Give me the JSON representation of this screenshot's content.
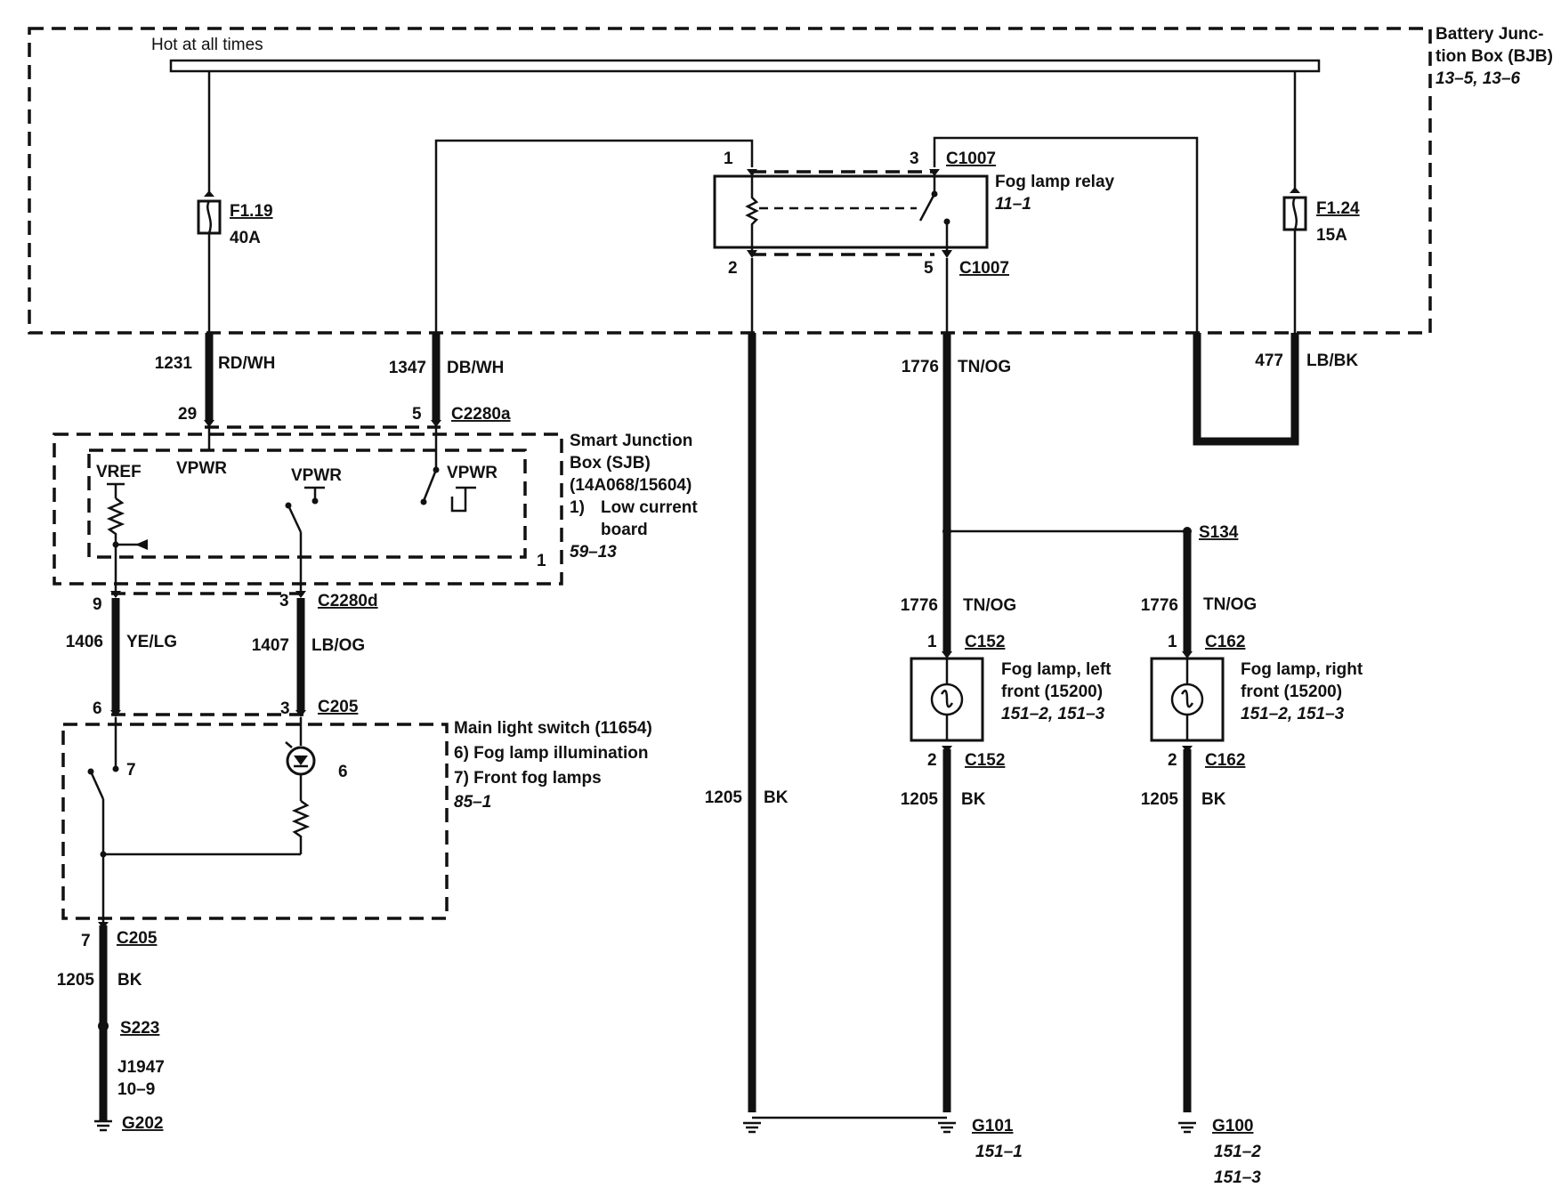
{
  "bjb": {
    "bus_label": "Hot at all times",
    "name_1": "Battery Junc-",
    "name_2": "tion Box (BJB)",
    "ref": "13–5, 13–6"
  },
  "fuses": {
    "f119_name": "F1.19",
    "f119_rating": "40A",
    "f124_name": "F1.24",
    "f124_rating": "15A"
  },
  "relay": {
    "name": "Fog lamp relay",
    "ref": "11–1",
    "pin1": "1",
    "pin2": "2",
    "pin3": "3",
    "pin5": "5",
    "conn_top": "C1007",
    "conn_bottom": "C1007"
  },
  "wires": {
    "w1231_circuit": "1231",
    "w1231_color": "RD/WH",
    "w1347_circuit": "1347",
    "w1347_color": "DB/WH",
    "w1776_circuit": "1776",
    "w1776_color": "TN/OG",
    "w477_circuit": "477",
    "w477_color": "LB/BK",
    "w1406_circuit": "1406",
    "w1406_color": "YE/LG",
    "w1407_circuit": "1407",
    "w1407_color": "LB/OG",
    "w1205_circuit": "1205",
    "w1205_color": "BK"
  },
  "sjb": {
    "pin29": "29",
    "pin5": "5",
    "conn_in": "C2280a",
    "pin9": "9",
    "pin3": "3",
    "conn_out": "C2280d",
    "vref": "VREF",
    "vpwr": "VPWR",
    "board_mark": "1",
    "name_1": "Smart Junction",
    "name_2": "Box (SJB)",
    "name_3": "(14A068/15604)",
    "note_num": "1)",
    "note_1": "Low current",
    "note_2": "board",
    "ref": "59–13"
  },
  "switch": {
    "pin6": "6",
    "pin3": "3",
    "conn_in": "C205",
    "int7": "7",
    "int6": "6",
    "name": "Main light switch (11654)",
    "note6": "6)    Fog lamp illumination",
    "note7": "7)    Front fog lamps",
    "ref": "85–1",
    "pin7_out": "7",
    "conn_out": "C205"
  },
  "splices": {
    "s134": "S134",
    "s223": "S223"
  },
  "jumper": {
    "name": "J1947",
    "ref": "10–9"
  },
  "fog_left": {
    "pin1": "1",
    "conn1": "C152",
    "pin2": "2",
    "conn2": "C152",
    "name_1": "Fog lamp, left",
    "name_2": "front (15200)",
    "ref": "151–2, 151–3"
  },
  "fog_right": {
    "pin1": "1",
    "conn1": "C162",
    "pin2": "2",
    "conn2": "C162",
    "name_1": "Fog lamp, right",
    "name_2": "front (15200)",
    "ref": "151–2, 151–3"
  },
  "grounds": {
    "g202": "G202",
    "g101": "G101",
    "g101_ref": "151–1",
    "g100": "G100",
    "g100_ref1": "151–2",
    "g100_ref2": "151–3"
  }
}
